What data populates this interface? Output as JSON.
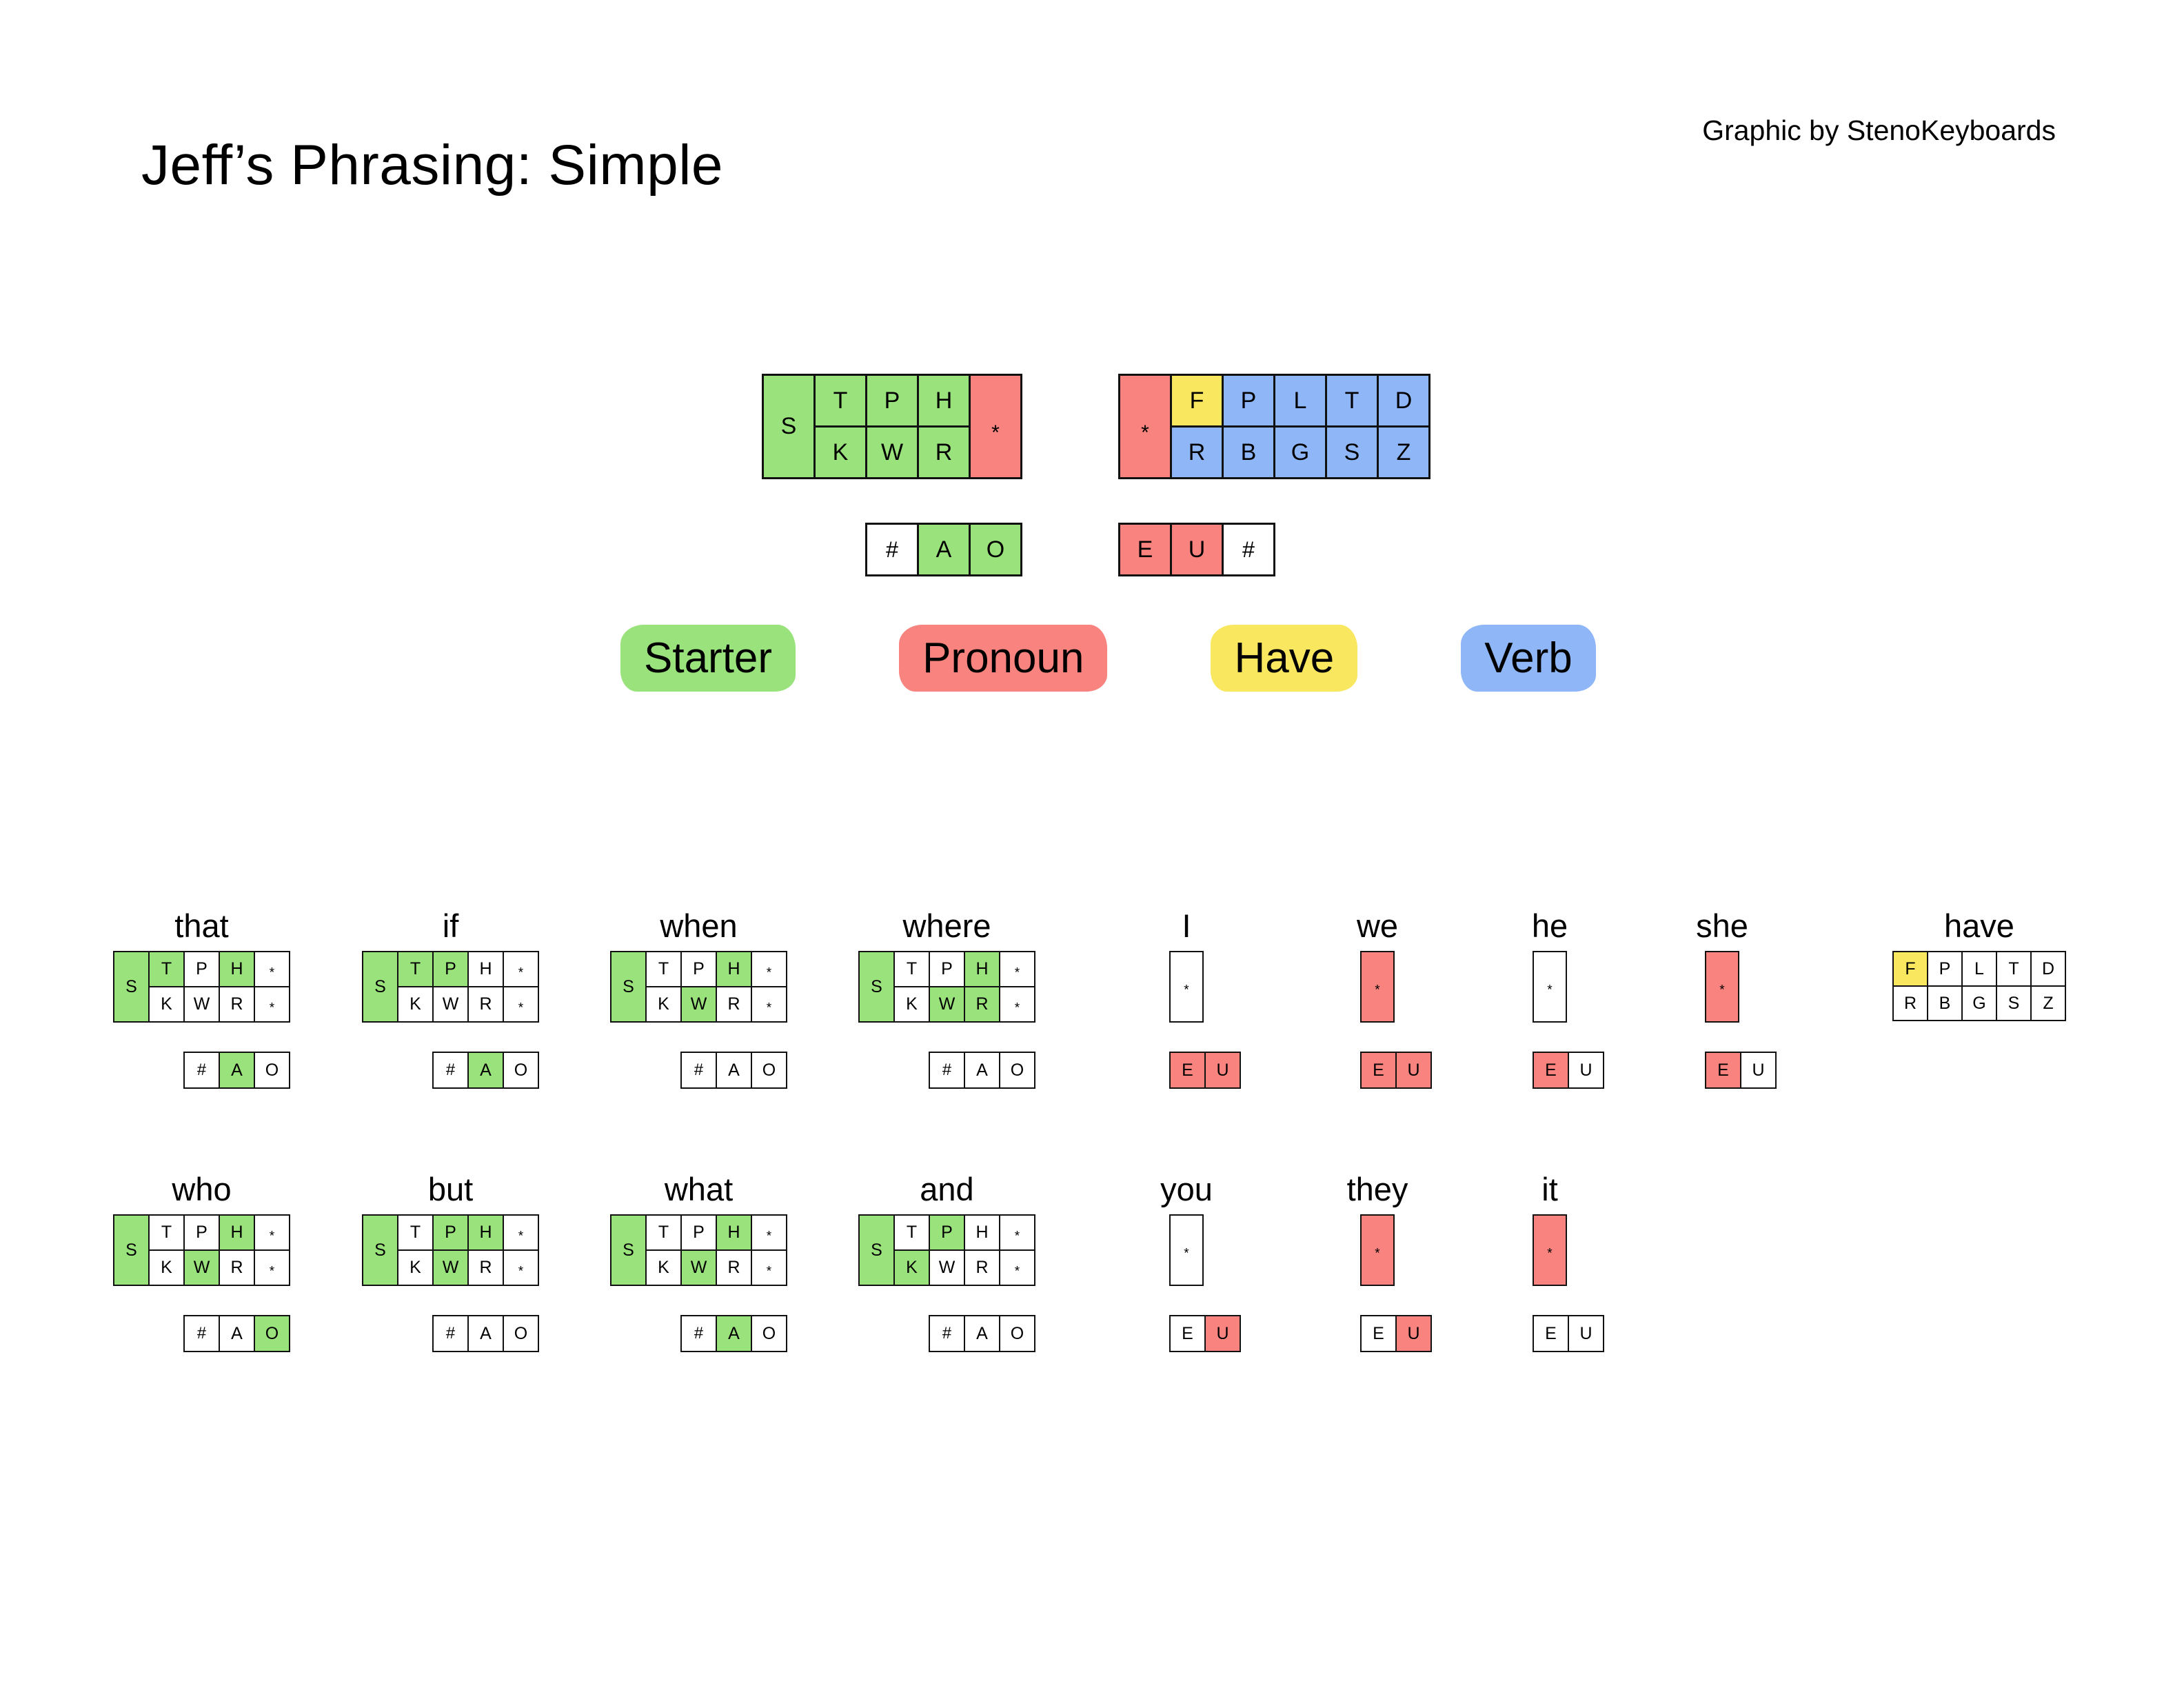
{
  "page": {
    "title": "Jeff’s Phrasing: Simple",
    "credit": "Graphic by StenoKeyboards"
  },
  "palette": {
    "green": "#9AE37C",
    "red": "#F9837E",
    "yellow": "#F8E75F",
    "blue": "#8FB6F7",
    "white": "#FFFFFF",
    "border": "#111111"
  },
  "legend": [
    {
      "label": "Starter",
      "color": "green"
    },
    {
      "label": "Pronoun",
      "color": "red"
    },
    {
      "label": "Have",
      "color": "yellow"
    },
    {
      "label": "Verb",
      "color": "blue"
    }
  ],
  "main_keyboard": {
    "left_block": {
      "s_key": {
        "label": "S",
        "color": "green"
      },
      "columns": [
        {
          "top": {
            "label": "T",
            "color": "green"
          },
          "bottom": {
            "label": "K",
            "color": "green"
          }
        },
        {
          "top": {
            "label": "P",
            "color": "green"
          },
          "bottom": {
            "label": "W",
            "color": "green"
          }
        },
        {
          "top": {
            "label": "H",
            "color": "green"
          },
          "bottom": {
            "label": "R",
            "color": "green"
          }
        }
      ],
      "star_key": {
        "label": "*",
        "color": "red"
      }
    },
    "right_block": {
      "star_key": {
        "label": "*",
        "color": "red"
      },
      "columns": [
        {
          "top": {
            "label": "F",
            "color": "yellow"
          },
          "bottom": {
            "label": "R",
            "color": "blue"
          }
        },
        {
          "top": {
            "label": "P",
            "color": "blue"
          },
          "bottom": {
            "label": "B",
            "color": "blue"
          }
        },
        {
          "top": {
            "label": "L",
            "color": "blue"
          },
          "bottom": {
            "label": "G",
            "color": "blue"
          }
        },
        {
          "top": {
            "label": "T",
            "color": "blue"
          },
          "bottom": {
            "label": "S",
            "color": "blue"
          }
        },
        {
          "top": {
            "label": "D",
            "color": "blue"
          },
          "bottom": {
            "label": "Z",
            "color": "blue"
          }
        }
      ]
    },
    "left_vowels": [
      {
        "label": "#",
        "color": "white"
      },
      {
        "label": "A",
        "color": "green"
      },
      {
        "label": "O",
        "color": "green"
      }
    ],
    "right_vowels": [
      {
        "label": "E",
        "color": "red"
      },
      {
        "label": "U",
        "color": "red"
      },
      {
        "label": "#",
        "color": "white"
      }
    ]
  },
  "mini_left_layout": {
    "s": "S",
    "columns": [
      [
        "T",
        "K"
      ],
      [
        "P",
        "W"
      ],
      [
        "H",
        "R"
      ],
      [
        "*",
        "*"
      ]
    ],
    "vowels": [
      "#",
      "A",
      "O"
    ]
  },
  "mini_pronoun_layout": {
    "star": "*",
    "vowels": [
      "E",
      "U"
    ]
  },
  "mini_have_layout": {
    "columns": [
      [
        "F",
        "R"
      ],
      [
        "P",
        "B"
      ],
      [
        "L",
        "G"
      ],
      [
        "T",
        "S"
      ],
      [
        "D",
        "Z"
      ]
    ]
  },
  "words": {
    "row1": [
      {
        "word": "that",
        "type": "left",
        "highlighted": [
          "S",
          "T",
          "H"
        ],
        "vowels_highlighted": [
          "A"
        ]
      },
      {
        "word": "if",
        "type": "left",
        "highlighted": [
          "S",
          "T",
          "P"
        ],
        "vowels_highlighted": [
          "A"
        ]
      },
      {
        "word": "when",
        "type": "left",
        "highlighted": [
          "S",
          "H",
          "W"
        ],
        "vowels_highlighted": []
      },
      {
        "word": "where",
        "type": "left",
        "highlighted": [
          "S",
          "H",
          "W",
          "R"
        ],
        "vowels_highlighted": []
      },
      {
        "word": "I",
        "type": "pronoun",
        "star": false,
        "vowels_highlighted": [
          "E",
          "U"
        ]
      },
      {
        "word": "we",
        "type": "pronoun",
        "star": true,
        "vowels_highlighted": [
          "E",
          "U"
        ]
      },
      {
        "word": "he",
        "type": "pronoun",
        "star": false,
        "vowels_highlighted": [
          "E"
        ]
      },
      {
        "word": "she",
        "type": "pronoun",
        "star": true,
        "vowels_highlighted": [
          "E"
        ]
      },
      {
        "word": "have",
        "type": "have",
        "highlighted": [
          "F"
        ],
        "vowels_highlighted": []
      }
    ],
    "row2": [
      {
        "word": "who",
        "type": "left",
        "highlighted": [
          "S",
          "H",
          "W"
        ],
        "vowels_highlighted": [
          "O"
        ]
      },
      {
        "word": "but",
        "type": "left",
        "highlighted": [
          "S",
          "P",
          "H",
          "W"
        ],
        "vowels_highlighted": []
      },
      {
        "word": "what",
        "type": "left",
        "highlighted": [
          "S",
          "H",
          "W"
        ],
        "vowels_highlighted": [
          "A"
        ]
      },
      {
        "word": "and",
        "type": "left",
        "highlighted": [
          "S",
          "P",
          "K"
        ],
        "vowels_highlighted": []
      },
      {
        "word": "you",
        "type": "pronoun",
        "star": false,
        "vowels_highlighted": [
          "U"
        ]
      },
      {
        "word": "they",
        "type": "pronoun",
        "star": true,
        "vowels_highlighted": [
          "U"
        ]
      },
      {
        "word": "it",
        "type": "pronoun",
        "star": true,
        "vowels_highlighted": []
      }
    ]
  }
}
